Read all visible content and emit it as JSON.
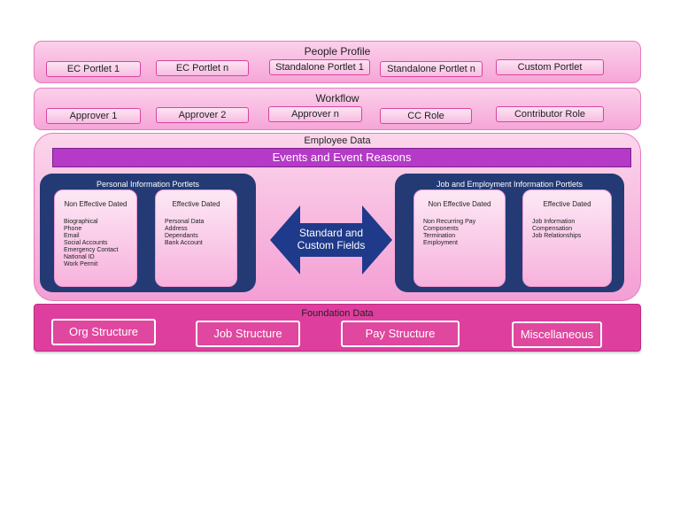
{
  "people_profile": {
    "title": "People Profile",
    "items": [
      {
        "label": "EC Portlet 1"
      },
      {
        "label": "EC Portlet n"
      },
      {
        "label": "Standalone Portlet 1"
      },
      {
        "label": "Standalone Portlet n"
      },
      {
        "label": "Custom Portlet"
      }
    ]
  },
  "workflow": {
    "title": "Workflow",
    "items": [
      {
        "label": "Approver 1"
      },
      {
        "label": "Approver 2"
      },
      {
        "label": "Approver n"
      },
      {
        "label": "CC Role"
      },
      {
        "label": "Contributor Role"
      }
    ]
  },
  "employee_data": {
    "title": "Employee Data",
    "events_bar": "Events and Event Reasons",
    "personal": {
      "title": "Personal Information Portlets",
      "non_effective": {
        "title": "Non Effective Dated",
        "items": [
          "Biographical",
          "Phone",
          "Email",
          "Social Accounts",
          "Emergency Contact",
          "National ID",
          "Work Permit"
        ]
      },
      "effective": {
        "title": "Effective Dated",
        "items": [
          "Personal Data",
          "Address",
          "Dependants",
          "Bank Account"
        ]
      }
    },
    "arrow": {
      "line1": "Standard and",
      "line2": "Custom Fields"
    },
    "job": {
      "title": "Job and Employment Information Portlets",
      "non_effective": {
        "title": "Non Effective Dated",
        "items": [
          "Non Recurring Pay",
          "Components",
          "Termination",
          "Employment"
        ]
      },
      "effective": {
        "title": "Effective Dated",
        "items": [
          "Job Information",
          "Compensation",
          "Job Relationships"
        ]
      }
    }
  },
  "foundation": {
    "title": "Foundation Data",
    "items": [
      {
        "label": "Org Structure"
      },
      {
        "label": "Job Structure"
      },
      {
        "label": "Pay Structure"
      },
      {
        "label": "Miscellaneous"
      }
    ]
  },
  "colors": {
    "band_pink": "#f6a6d8",
    "events_purple": "#b53ac7",
    "navy": "#233a75",
    "foundation_magenta": "#de3f9e"
  }
}
